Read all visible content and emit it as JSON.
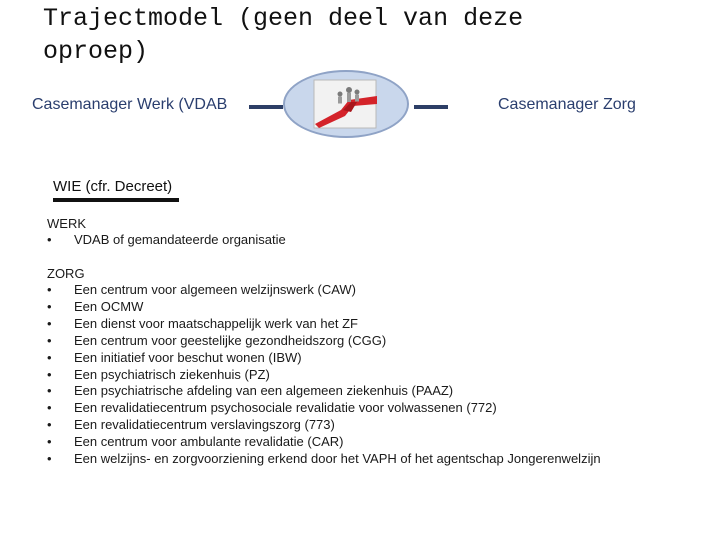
{
  "title": {
    "line1": "Trajectmodel (geen deel van deze",
    "line2": "oproep)"
  },
  "diagram": {
    "left_label": "Casemanager Werk (VDAB",
    "right_label": "Casemanager Zorg",
    "center_image": "road-with-people-icon",
    "colors": {
      "ellipse_fill": "#c9d7ec",
      "connector": "#2d3e66",
      "road": "#d4232a"
    }
  },
  "wie_heading": "WIE (cfr. Decreet)",
  "werk": {
    "heading": "WERK",
    "bullet": "•",
    "items": [
      "VDAB of gemandateerde organisatie"
    ]
  },
  "zorg": {
    "heading": "ZORG",
    "bullet": "•",
    "items": [
      "Een centrum voor algemeen welzijnswerk (CAW)",
      "Een OCMW",
      "Een dienst voor maatschappelijk werk van het ZF",
      "Een centrum voor geestelijke gezondheidszorg (CGG)",
      "Een initiatief voor beschut wonen (IBW)",
      "Een psychiatrisch ziekenhuis (PZ)",
      "Een psychiatrische afdeling van een algemeen ziekenhuis (PAAZ)",
      "Een revalidatiecentrum psychosociale revalidatie voor volwassenen (772)",
      "Een revalidatiecentrum verslavingszorg (773)",
      "Een centrum voor ambulante revalidatie (CAR)",
      "Een welzijns- en zorgvoorziening erkend door het VAPH of het agentschap Jongerenwelzijn"
    ]
  }
}
